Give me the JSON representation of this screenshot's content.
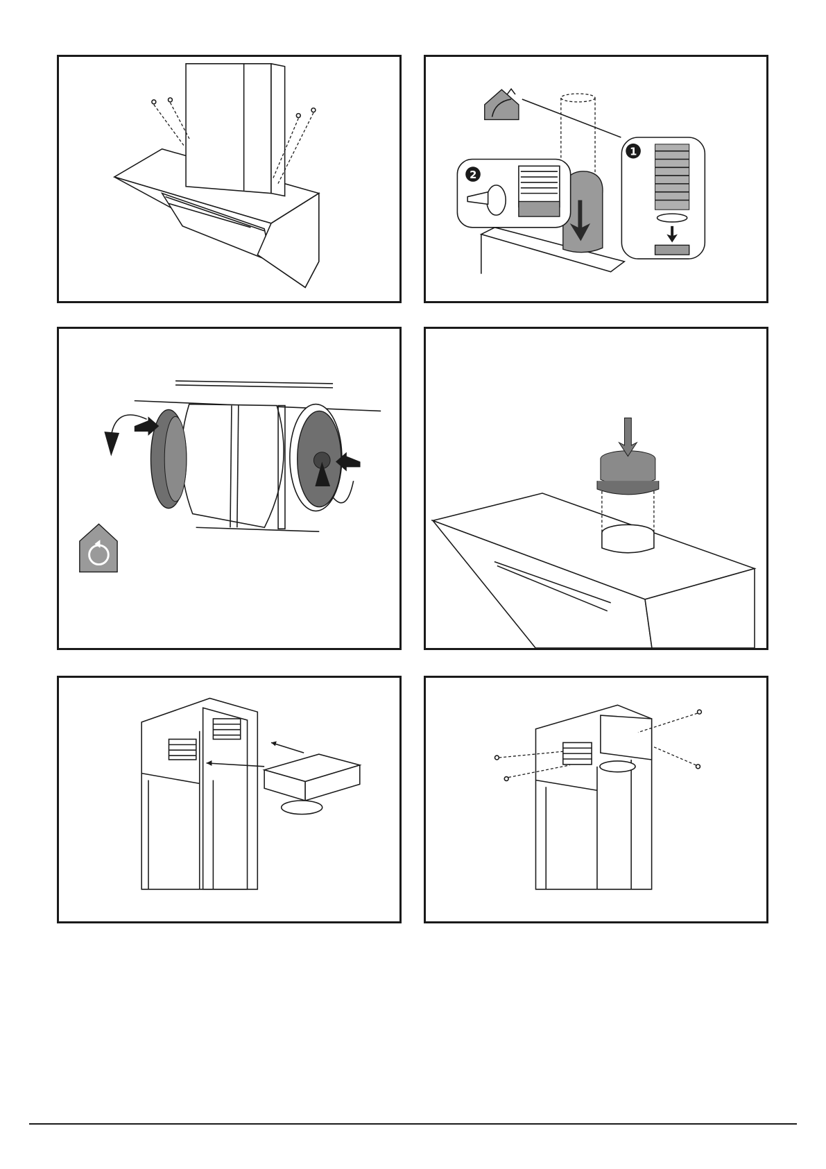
{
  "figures": [
    {
      "id": "fig-1",
      "icon": "chimney-screws-illustration"
    },
    {
      "id": "fig-2",
      "icon": "duct-connection-illustration",
      "markers": [
        {
          "label": "1"
        },
        {
          "label": "2"
        }
      ],
      "symbols": [
        "house-extraction-icon"
      ]
    },
    {
      "id": "fig-3",
      "icon": "carbon-filter-illustration",
      "symbols": [
        "house-recirculation-icon"
      ]
    },
    {
      "id": "fig-4",
      "icon": "collar-insertion-illustration"
    },
    {
      "id": "fig-5",
      "icon": "deflector-box-insertion-illustration"
    },
    {
      "id": "fig-6",
      "icon": "deflector-box-screws-illustration"
    }
  ],
  "colors": {
    "frame": "#1a1a1a",
    "fill_grey": "#9a9a9a",
    "fill_dark": "#6f6f6f",
    "background": "#ffffff"
  }
}
